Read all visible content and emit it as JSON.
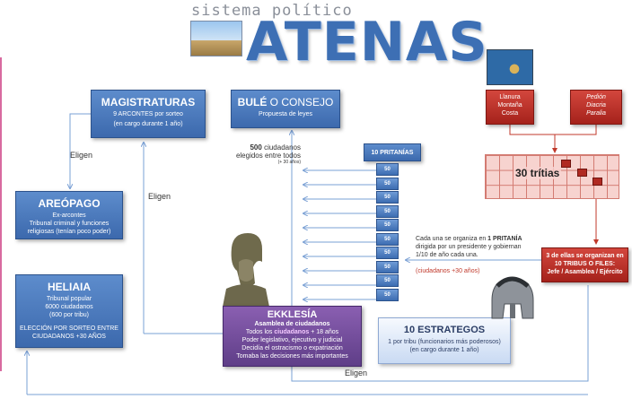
{
  "header": {
    "subtitle": "sistema político",
    "title": "ATENAS"
  },
  "magistraturas": {
    "title": "MAGISTRATURAS",
    "line1": "9 ARCONTES por sorteo",
    "line2": "(en cargo durante 1 año)"
  },
  "bule": {
    "title_bold": "BULÉ",
    "title_rest": " O CONSEJO",
    "line1": "Propuesta de leyes"
  },
  "bule_note": {
    "bold": "500",
    "rest": " ciudadanos",
    "line2": "elegidos entre todos",
    "line3": "(+ 30 años)"
  },
  "areopago": {
    "title": "AREÓPAGO",
    "line1": "Ex-arcontes",
    "line2": "Tribunal criminal y funciones",
    "line3": "religiosas (tenían poco poder)"
  },
  "heliaia": {
    "title": "HELIAIA",
    "line1": "Tribunal popular",
    "line2": "6000 ciudadanos",
    "line3": "(600 por tribu)",
    "line4": "ELECCIÓN POR SORTEO ENTRE",
    "line5": "CIUDADANOS +30 AÑOS"
  },
  "pritanias": {
    "header": "10 PRITANÍAS",
    "cells": [
      "50",
      "50",
      "50",
      "50",
      "50",
      "50",
      "50",
      "50",
      "50",
      "50"
    ]
  },
  "pritania_note": {
    "line1_pre": "Cada una se organiza en ",
    "line1_bold": "1 PRITANÍA",
    "line2": "dirigida por un presidente y gobiernan",
    "line3": "1/10 de año cada una.",
    "line4": "(ciudadanos +30 años)"
  },
  "ekklesia": {
    "title": "EKKLESÍA",
    "line1": "Asamblea de ciudadanos",
    "line2_pre": "Todos los ",
    "line2_hl": "ciudadanos",
    "line2_post": " + 18 años",
    "line3": "Poder legislativo, ejecutivo y judicial",
    "line4": "Decidía el ostracismo o expatriación",
    "line5": "Tomaba las decisiones más importantes"
  },
  "estrategos": {
    "title": "10 ESTRATEGOS",
    "line1": "1 por tribu (funcionarios más poderosos)",
    "line2": "(en cargo durante 1 año)"
  },
  "regions": {
    "geo": [
      "Llanura",
      "Montaña",
      "Costa"
    ],
    "geo_alt": [
      "Pedión",
      "Diacria",
      "Paralia"
    ]
  },
  "trittias": {
    "label": "30 trítias"
  },
  "tribus": {
    "line1": "3 de ellas se organizan en",
    "line2": "10 TRIBUS O FILES:",
    "line3": "Jefe / Asamblea / Ejército"
  },
  "labels": {
    "eligen1": "Eligen",
    "eligen2": "Eligen",
    "eligen3": "Eligen"
  },
  "colors": {
    "blue": "#3c69ad",
    "purple": "#5f3e88",
    "red": "#a5221b",
    "grid": "#f7d3cf"
  }
}
